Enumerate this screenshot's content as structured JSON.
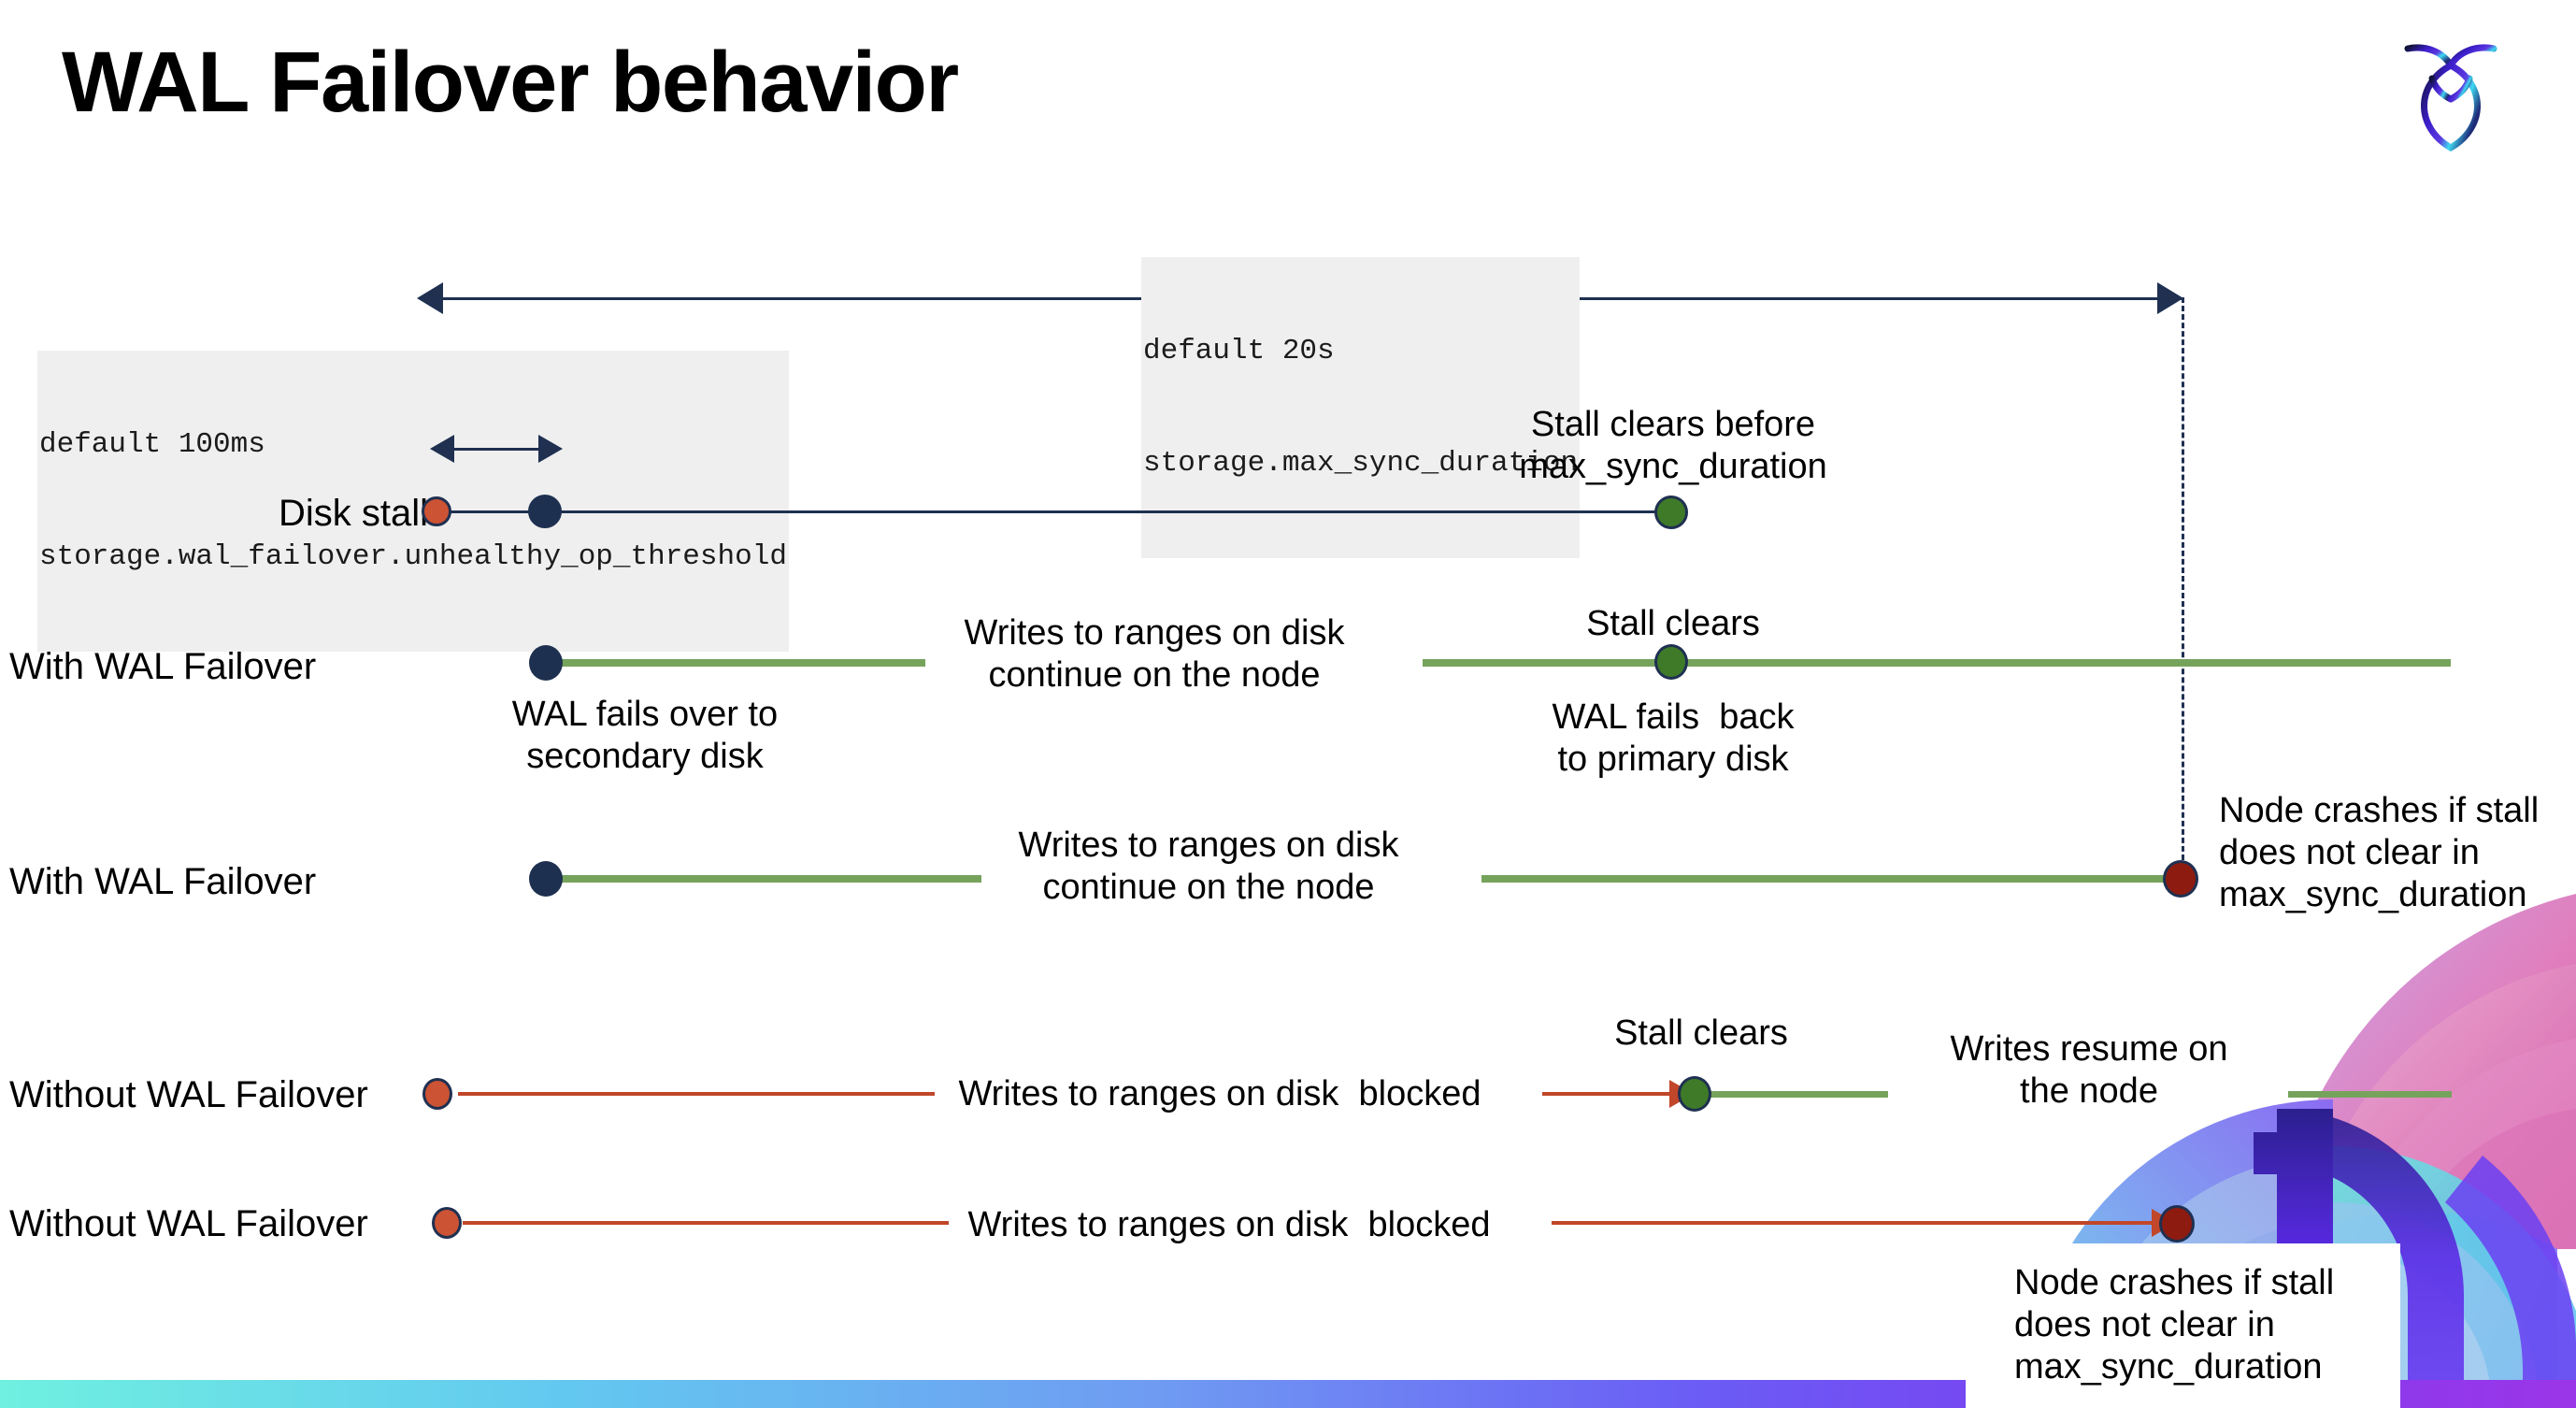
{
  "slide": {
    "title": "WAL Failover behavior",
    "logo_name": "cockroach-labs-logo"
  },
  "annotations": {
    "max_sync_duration_chip": {
      "line1": "default 20s",
      "line2": "storage.max_sync_duration"
    },
    "unhealthy_op_threshold_chip": {
      "line1": "default 100ms",
      "line2": "storage.wal_failover.unhealthy_op_threshold"
    }
  },
  "rows": [
    {
      "id": "disk-stalls",
      "label": "Disk stalls",
      "notes": [
        {
          "id": "stall-clears-before",
          "text": "Stall clears before\nmax_sync_duration"
        }
      ]
    },
    {
      "id": "with-wal-failover-1",
      "label": "With WAL Failover",
      "notes": [
        {
          "id": "wal-fails-over",
          "text": "WAL fails over to\nsecondary disk"
        },
        {
          "id": "writes-continue-1",
          "text": "Writes to ranges on disk\ncontinue on the node"
        },
        {
          "id": "stall-clears-1",
          "text": "Stall clears"
        },
        {
          "id": "wal-fails-back",
          "text": "WAL fails  back\nto primary disk"
        }
      ]
    },
    {
      "id": "with-wal-failover-2",
      "label": "With WAL Failover",
      "notes": [
        {
          "id": "writes-continue-2",
          "text": "Writes to ranges on disk\ncontinue on the node"
        },
        {
          "id": "node-crashes-1",
          "text": "Node crashes if stall\ndoes not clear in\nmax_sync_duration"
        }
      ]
    },
    {
      "id": "without-wal-failover-1",
      "label": "Without WAL Failover",
      "notes": [
        {
          "id": "writes-blocked-1",
          "text": "Writes to ranges on disk  blocked"
        },
        {
          "id": "stall-clears-2",
          "text": "Stall clears"
        },
        {
          "id": "writes-resume",
          "text": "Writes resume on\nthe node"
        }
      ]
    },
    {
      "id": "without-wal-failover-2",
      "label": "Without WAL Failover",
      "notes": [
        {
          "id": "writes-blocked-2",
          "text": "Writes to ranges on disk  blocked"
        },
        {
          "id": "node-crashes-2",
          "text": "Node crashes if stall\ndoes not clear in\nmax_sync_duration"
        }
      ]
    }
  ],
  "colors": {
    "navy": "#1f3051",
    "green_line": "#76a35c",
    "green_dot": "#3f7a28",
    "red_line": "#c1462a",
    "orange_dot": "#cc5333",
    "dark_red_dot": "#8e1b10",
    "chip_bg": "#efefef"
  }
}
